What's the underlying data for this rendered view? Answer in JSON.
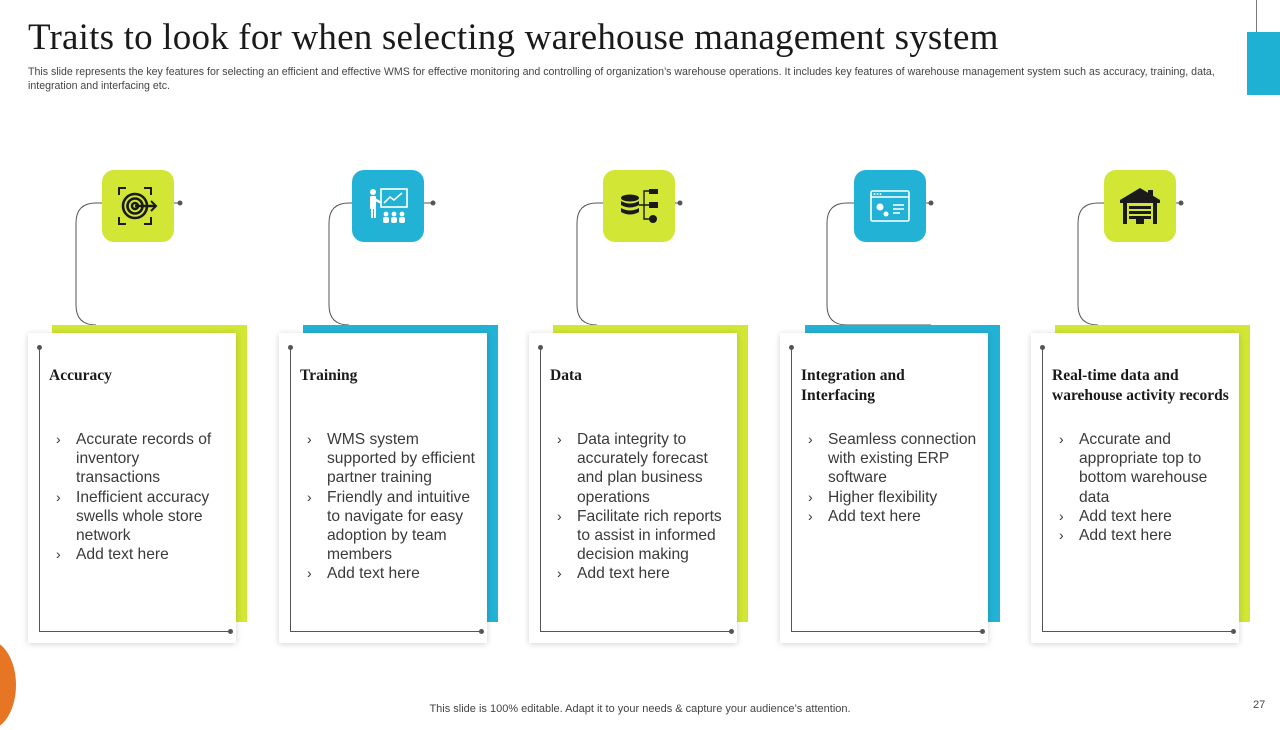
{
  "slide": {
    "title": "Traits to look for when selecting warehouse management system",
    "subtitle": "This slide represents the key features for selecting an efficient and effective WMS  for effective monitoring and controlling of organization’s warehouse operations. It includes key features of warehouse management system such as accuracy, training, data, integration and interfacing etc.",
    "footer": "This slide is 100% editable. Adapt it to your needs & capture your audience’s attention.",
    "page_number": "27"
  },
  "colors": {
    "green": "#d2e635",
    "blue": "#22b2d5",
    "orange": "#e67623",
    "icon": "#1a1a1a"
  },
  "traits": [
    {
      "title": "Accuracy",
      "icon": "target-icon",
      "color": "green",
      "bullets": [
        "Accurate records of inventory transactions",
        "Inefficient accuracy swells whole store network",
        "Add text here"
      ]
    },
    {
      "title": "Training",
      "icon": "presentation-icon",
      "color": "blue",
      "bullets": [
        "WMS system supported by efficient partner training",
        "Friendly and intuitive to navigate for easy adoption by team members",
        "Add text here"
      ]
    },
    {
      "title": "Data",
      "icon": "database-icon",
      "color": "green",
      "bullets": [
        "Data integrity to accurately forecast and plan business operations",
        "Facilitate rich reports to assist in informed decision making",
        "Add text here"
      ]
    },
    {
      "title": "Integration and Interfacing",
      "icon": "browser-settings-icon",
      "color": "blue",
      "bullets": [
        "Seamless connection with existing ERP software",
        "Higher flexibility",
        "Add text here"
      ]
    },
    {
      "title": "Real-time data and warehouse activity records",
      "icon": "warehouse-icon",
      "color": "green",
      "bullets": [
        "Accurate and appropriate top to bottom warehouse data",
        "Add text here",
        "Add text here"
      ]
    }
  ]
}
